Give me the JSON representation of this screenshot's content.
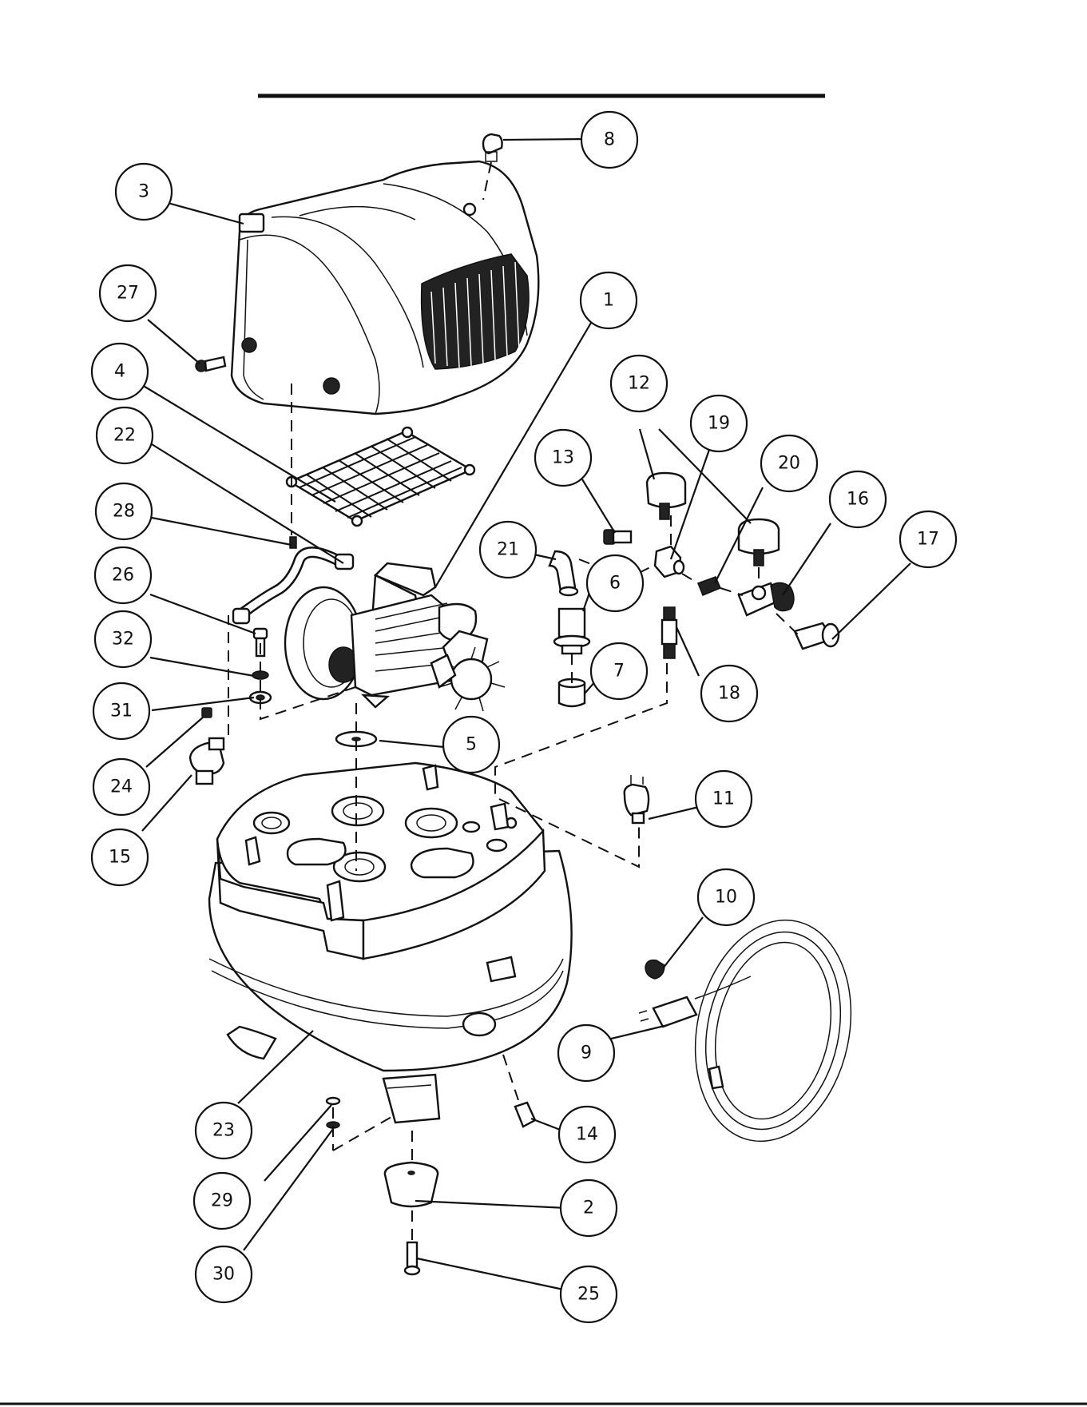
{
  "callouts": [
    {
      "id": "c1",
      "label": "1"
    },
    {
      "id": "c2",
      "label": "2"
    },
    {
      "id": "c3",
      "label": "3"
    },
    {
      "id": "c4",
      "label": "4"
    },
    {
      "id": "c5",
      "label": "5"
    },
    {
      "id": "c6",
      "label": "6"
    },
    {
      "id": "c7",
      "label": "7"
    },
    {
      "id": "c8",
      "label": "8"
    },
    {
      "id": "c9",
      "label": "9"
    },
    {
      "id": "c10",
      "label": "10"
    },
    {
      "id": "c11",
      "label": "11"
    },
    {
      "id": "c12",
      "label": "12"
    },
    {
      "id": "c13",
      "label": "13"
    },
    {
      "id": "c14",
      "label": "14"
    },
    {
      "id": "c15",
      "label": "15"
    },
    {
      "id": "c16",
      "label": "16"
    },
    {
      "id": "c17",
      "label": "17"
    },
    {
      "id": "c18",
      "label": "18"
    },
    {
      "id": "c19",
      "label": "19"
    },
    {
      "id": "c20",
      "label": "20"
    },
    {
      "id": "c21",
      "label": "21"
    },
    {
      "id": "c22",
      "label": "22"
    },
    {
      "id": "c23",
      "label": "23"
    },
    {
      "id": "c24",
      "label": "24"
    },
    {
      "id": "c25",
      "label": "25"
    },
    {
      "id": "c26",
      "label": "26"
    },
    {
      "id": "c27",
      "label": "27"
    },
    {
      "id": "c28",
      "label": "28"
    },
    {
      "id": "c29",
      "label": "29"
    },
    {
      "id": "c30",
      "label": "30"
    },
    {
      "id": "c31",
      "label": "31"
    },
    {
      "id": "c32",
      "label": "32"
    }
  ]
}
